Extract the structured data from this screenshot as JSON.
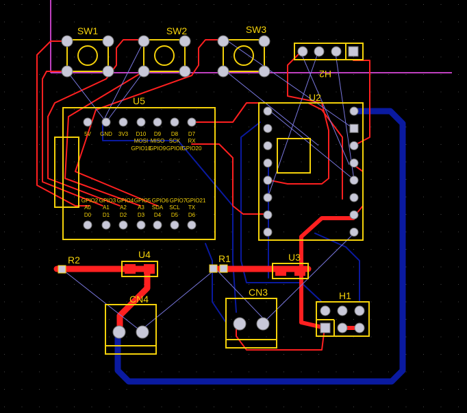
{
  "colors": {
    "background": "#000000",
    "grid": "#4a4a4a",
    "silkscreen": "#f5d20a",
    "top_copper": "#ff2020",
    "bottom_copper": "#0a1aa0",
    "board_outline": "#c040c0",
    "ratsnest": "#7a78e0",
    "pad_fill": "#c8c8d8"
  },
  "components": {
    "sw1": "SW1",
    "sw2": "SW2",
    "sw3": "SW3",
    "h2": "H2",
    "u5": "U5",
    "u2": "U2",
    "r2": "R2",
    "u4": "U4",
    "r1": "R1",
    "u3": "U3",
    "cn4": "CN4",
    "cn3": "CN3",
    "h1": "H1"
  },
  "u5_pins": {
    "top_row": [
      "5V",
      "GND",
      "3V3",
      "D10",
      "D9",
      "D8",
      "D7"
    ],
    "top_row_2": [
      "MOSI",
      "MISO",
      "SCK",
      "RX"
    ],
    "top_row_3": [
      "GPIO10",
      "GPIO9",
      "GPIO8",
      "GPIO20"
    ],
    "bottom_row": [
      "GPIO2",
      "GPIO3",
      "GPIO4",
      "GPIO5",
      "GPIO6",
      "GPIO7",
      "GPIO21"
    ],
    "bottom_row_2": [
      "A0",
      "A1",
      "A2",
      "A3",
      "SDA",
      "SCL",
      "TX"
    ],
    "bottom_row_3": [
      "D0",
      "D1",
      "D2",
      "D3",
      "D4",
      "D5",
      "D6"
    ]
  }
}
